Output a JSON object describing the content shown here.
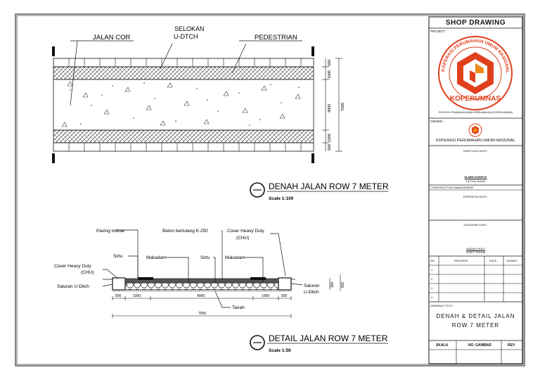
{
  "plan": {
    "labels": {
      "jalan_cor": "JALAN COR",
      "selokan_1": "SELOKAN",
      "selokan_2": "U-DTCH",
      "pedestrian": "PEDESTRIAN"
    },
    "dims": {
      "top_small": "500",
      "top_1000": "1000",
      "middle": "4000",
      "total": "7000",
      "bottom_1000": "1000",
      "bottom_small": "500"
    },
    "title": "DENAH JALAN ROW 7 METER",
    "scale": "Scale  1:100"
  },
  "section": {
    "labels": {
      "paving": "Paving trotoar",
      "beton": "Beton bertulang K.250",
      "cover_right_1": "Cover Heavy Duty",
      "cover_right_2": "(CHU)",
      "sirtu_left": "Sirtu",
      "makadam_left": "Makadam",
      "sirtu_mid": "Sirtu",
      "makadam_right": "Makadam",
      "cover_left_1": "Cover Heavy Duty",
      "cover_left_2": "(CHU)",
      "saluran_left": "Saluran U-Ditch",
      "saluran_right_1": "Saluran",
      "saluran_right_2": "U-Ditch",
      "tanah": "Tanah"
    },
    "dims": {
      "d1": "500",
      "d2": "1000",
      "d3": "4000",
      "d4": "1000",
      "d5": "500",
      "total": "7000",
      "h1": "300",
      "h2": "800"
    },
    "title": "DETAIL JALAN ROW 7 METER",
    "scale": "Scale  1:50"
  },
  "titleblock": {
    "heading": "SHOP DRAWING",
    "project_label": "PROJECT :",
    "logo_text_top": "KOPERASI PERUMAHAN UMUM NASIONAL SYARIAH",
    "logo_text_bottom": "KOPERUMNAS",
    "project_name": "PROYEK PEMBANGUNAN PERUMAHAN KOPERUMNAS",
    "owner_label": "OWNER :",
    "owner_name": "KOPERASI PERUMAHAN UMUM NASIONAL",
    "approved_label": "DISETUJUI OLEH :",
    "approver_name": "M.ABD.SUNRIYA",
    "approver_title": "KETUA UMUM",
    "cm_label": "CONSTRUCTION MANAGEMENT",
    "checked_label": "DIPERIKSA OLEH :",
    "submitted_label": "DIAJUKAN OLEH :",
    "submitter_name": "ANDIKA FADLI",
    "submitter_title": "STAFF TEKNIK",
    "rev_headers": [
      "NO",
      "REVISION",
      "DATE",
      "SIGNED"
    ],
    "rev_rows": [
      "1",
      "2",
      "3",
      "4"
    ],
    "drawing_title_label": "DRAWING TITLE :",
    "drawing_title_1": "DENAH & DETAIL JALAN",
    "drawing_title_2": "ROW 7 METER",
    "footer": [
      "SKALA",
      "NO. GAMBAR",
      "REV"
    ]
  },
  "colors": {
    "logo_red": "#e0401c",
    "logo_orange": "#f08a1c"
  }
}
